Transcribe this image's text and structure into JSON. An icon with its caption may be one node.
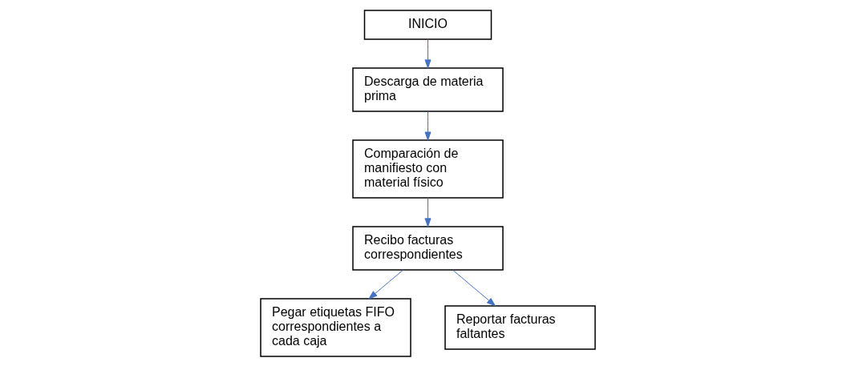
{
  "diagram": {
    "nodes": [
      {
        "text": [
          "INICIO"
        ]
      },
      {
        "text": [
          "Descarga de materia prima"
        ]
      },
      {
        "text": [
          "Comparación de manifiesto con material físico"
        ]
      },
      {
        "text": [
          "Recibo facturas correspondientes"
        ]
      },
      {
        "text": [
          "Pegar etiquetas FIFO correspondientes a cada caja"
        ]
      },
      {
        "text": [
          "Reportar facturas faltantes"
        ]
      }
    ],
    "edges": [
      {
        "from": 0,
        "to": 1,
        "arrow": "to"
      },
      {
        "from": 1,
        "to": 2,
        "arrow": "to"
      },
      {
        "from": 2,
        "to": 3,
        "arrow": "to"
      },
      {
        "from": 3,
        "to": 4,
        "arrow": "to"
      },
      {
        "from": 3,
        "to": 5,
        "arrow": "to"
      }
    ]
  }
}
